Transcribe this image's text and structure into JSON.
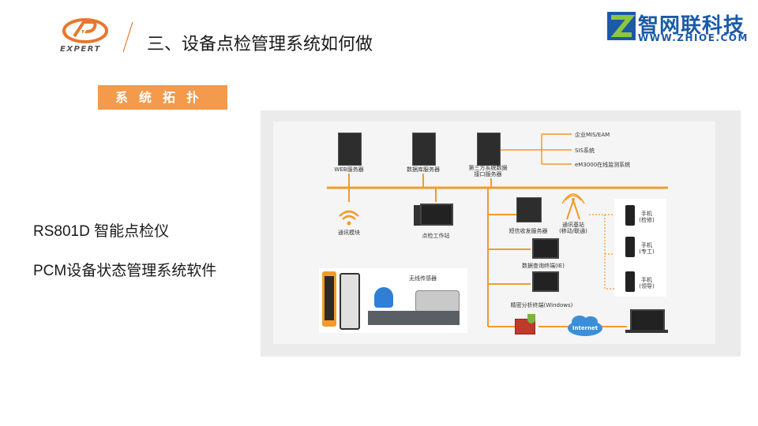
{
  "header": {
    "title": "三、设备点检管理系统如何做",
    "logo_text": "EXPERT",
    "brand_name": "智网联科技",
    "brand_url": "WWW.ZHIOE.COM"
  },
  "section_badge": "系统拓扑",
  "left_items": [
    "RS801D 智能点检仪",
    "PCM设备状态管理系统软件"
  ],
  "diagram": {
    "servers": {
      "web": "WEB服务器",
      "db": "数据库服务器",
      "third_party": [
        "第三方系统数据",
        "接口服务器"
      ]
    },
    "external_systems": [
      "企业MIS/EAM",
      "SIS系统",
      "eM3000在线监测系统"
    ],
    "comm_module": "通讯模块",
    "inspection_workstation": "点检工作站",
    "sms_server": "短信收发服务器",
    "base_station": [
      "通讯基站",
      "(移动/联通)"
    ],
    "phones": [
      {
        "name": "手机",
        "role": "(检修)"
      },
      {
        "name": "手机",
        "role": "(专工)"
      },
      {
        "name": "手机",
        "role": "(领导)"
      }
    ],
    "query_terminal": "数据查询终端(IE)",
    "analysis_terminal": "精密分析终端(Windows)",
    "wireless_sensor": "无线传感器",
    "internet": "Internet",
    "colors": {
      "bus": "#f39a2b",
      "server": "#2d2d2d",
      "dashed": "#3b7dd8",
      "cloud": "#3a8fd8"
    }
  }
}
